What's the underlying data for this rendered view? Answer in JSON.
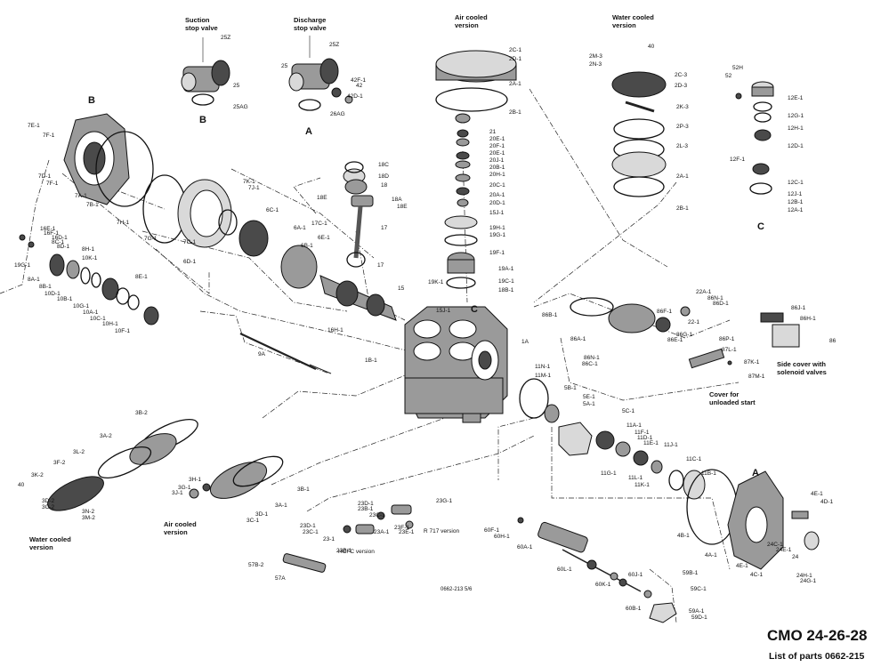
{
  "headings": {
    "suction": [
      "Suction",
      "stop valve"
    ],
    "discharge": [
      "Discharge",
      "stop valve"
    ],
    "air_cooled_top": [
      "Air cooled",
      "version"
    ],
    "water_cooled_top": [
      "Water cooled",
      "version"
    ],
    "air_cooled_bottom": [
      "Air cooled",
      "version"
    ],
    "water_cooled_bottom": [
      "Water cooled",
      "version"
    ],
    "side_cover": [
      "Side cover with",
      "solenoid valves"
    ],
    "unloaded_cover": [
      "Cover for",
      "unloaded start"
    ],
    "hcfc": "HCFC version",
    "r717": "R 717 version"
  },
  "letters": {
    "b_top": "B",
    "b_valve": "B",
    "a_valve": "A",
    "c_center": "C",
    "c_right": "C",
    "a_right": "A"
  },
  "drawing_ref": "0662-213 5/6",
  "title": "CMO 24-26-28",
  "subtitle": "List of parts 0662-215",
  "labels": [
    "25Z",
    "25",
    "25AG",
    "25Z",
    "25",
    "42F-1",
    "42",
    "42D-1",
    "26AG",
    "2C-1",
    "2D-1",
    "2A-1",
    "2B-1",
    "21",
    "20E-1",
    "20F-1",
    "20E-1",
    "20J-1",
    "20B-1",
    "20H-1",
    "20C-1",
    "20A-1",
    "20D-1",
    "15J-1",
    "19H-1",
    "19G-1",
    "19F-1",
    "19A-1",
    "19C-1",
    "18B-1",
    "19K-1",
    "40",
    "2M-3",
    "2N-3",
    "2C-3",
    "2D-3",
    "2K-3",
    "2P-3",
    "2L-3",
    "2A-1",
    "2B-1",
    "52H",
    "52",
    "12E-1",
    "12G-1",
    "12H-1",
    "12D-1",
    "12F-1",
    "12C-1",
    "12J-1",
    "12B-1",
    "12A-1",
    "7E-1",
    "7F-1",
    "7D-1",
    "7F-1",
    "7A-1",
    "7B-1",
    "7H-1",
    "7G-1",
    "7C-1",
    "7K-1",
    "7J-1",
    "6C-1",
    "6A-1",
    "6E-1",
    "6B-1",
    "6D-1",
    "18C",
    "18D",
    "18",
    "18E",
    "18A",
    "18E",
    "17C-1",
    "17",
    "17",
    "15",
    "15J-1",
    "16H-1",
    "1A",
    "1B-1",
    "16E-1",
    "16F-1",
    "16D-1",
    "8C-1",
    "8D-1",
    "8H-1",
    "10K-1",
    "19G-1",
    "8A-1",
    "8B-1",
    "10D-1",
    "10B-1",
    "8E-1",
    "10G-1",
    "10A-1",
    "10C-1",
    "10H-1",
    "10F-1",
    "86B-1",
    "86A-1",
    "86F-1",
    "22A-1",
    "86N-1",
    "86D-1",
    "22-1",
    "86G-1",
    "86E-1",
    "86N-1",
    "86C-1",
    "86J-1",
    "86H-1",
    "86P-1",
    "86",
    "87L-1",
    "87K-1",
    "87M-1",
    "11N-1",
    "11M-1",
    "5B-1",
    "5E-1",
    "5A-1",
    "5C-1",
    "11A-1",
    "11F-1",
    "11D-1",
    "11E-1",
    "11J-1",
    "11C-1",
    "11B-1",
    "11G-1",
    "11L-1",
    "11K-1",
    "3B-2",
    "3A-2",
    "3L-2",
    "3F-2",
    "3K-2",
    "40",
    "3D-2",
    "3C-2",
    "3N-2",
    "3M-2",
    "3H-1",
    "3G-1",
    "3J-1",
    "3D-1",
    "3C-1",
    "3A-1",
    "3B-1",
    "23G-1",
    "23D-1",
    "23B-1",
    "23C-1",
    "23A-1",
    "23F-1",
    "23E-1",
    "23D-1",
    "23C-1",
    "23-1",
    "23B-1",
    "57B-2",
    "57A",
    "60F-1",
    "60H-1",
    "60A-1",
    "60L-1",
    "60K-1",
    "60J-1",
    "59B-1",
    "59C-1",
    "59A-1",
    "60B-1",
    "59D-1",
    "4E-1",
    "4D-1",
    "4B-1",
    "4A-1",
    "24C-1",
    "24E-1",
    "24",
    "4E-1",
    "4C-1",
    "24H-1",
    "24G-1",
    "9A"
  ]
}
